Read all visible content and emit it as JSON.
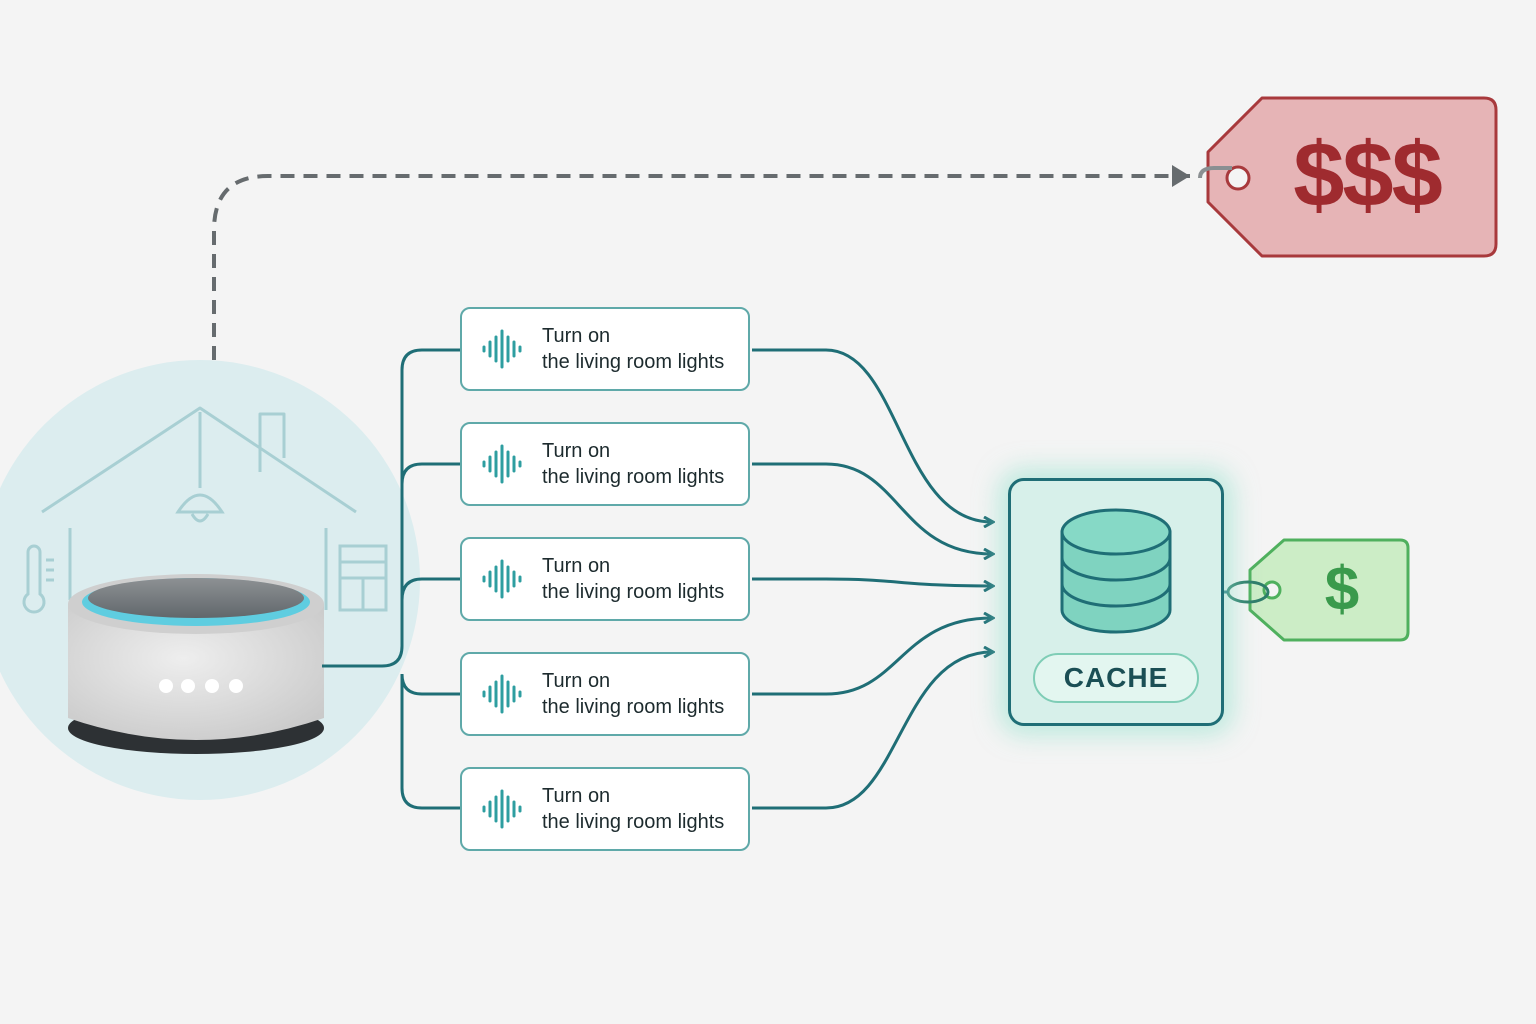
{
  "commands": [
    {
      "line1": "Turn on",
      "line2": "the living room lights"
    },
    {
      "line1": "Turn on",
      "line2": "the living room lights"
    },
    {
      "line1": "Turn on",
      "line2": "the living room lights"
    },
    {
      "line1": "Turn on",
      "line2": "the living room lights"
    },
    {
      "line1": "Turn on",
      "line2": "the living room lights"
    }
  ],
  "cache": {
    "label": "CACHE"
  },
  "price_tags": {
    "expensive": {
      "label": "$$$"
    },
    "cheap": {
      "label": "$"
    }
  },
  "icons": {
    "speaker": "smart-speaker-icon",
    "house": "house-icon",
    "lamp": "ceiling-lamp-icon",
    "thermometer": "thermometer-icon",
    "window": "window-icon",
    "waveform": "sound-wave-icon",
    "database": "database-icon"
  },
  "colors": {
    "connector": "#1f6e76",
    "card_border": "#5fa9a9",
    "cache_fill": "#d7f0ea",
    "expensive_tag": "#e6b4b6",
    "expensive_text": "#9f2b2f",
    "cheap_tag": "#ccedc6",
    "cheap_text": "#3a9a4c",
    "dashed_path": "#666b6e"
  }
}
